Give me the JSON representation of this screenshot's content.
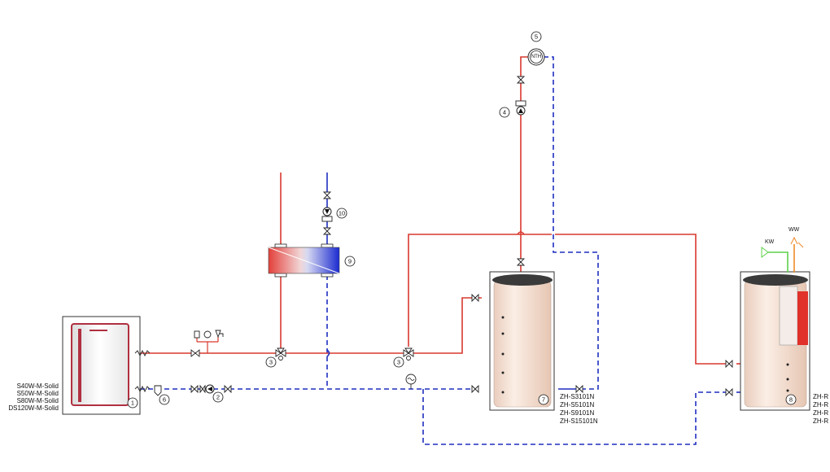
{
  "diagram": {
    "boiler_models": [
      "S40W-M-Solid",
      "S50W-M-Solid",
      "S80W-M-Solid",
      "DS120W-M-Solid"
    ],
    "storage_tank_models": [
      "ZH-S3101N",
      "ZH-S5101N",
      "ZH-S9101N",
      "ZH-S15101N"
    ],
    "dhw_tank_models": [
      "ZH-R",
      "ZH-R",
      "ZH-R",
      "ZH-R"
    ],
    "thermostat_label": "NTH",
    "cold_water_label": "KW",
    "warm_water_label": "WW",
    "component_numbers": {
      "boiler": "1",
      "pump_boiler": "2",
      "mixing_valve_left": "3",
      "mixing_valve_right": "3",
      "pump_riser": "4",
      "thermostat": "5",
      "filter": "6",
      "storage_tank": "7",
      "dhw_tank": "8",
      "heat_exchanger": "9",
      "pump_exchanger": "10"
    },
    "colors": {
      "supply_line": "#d9382f",
      "return_line": "#1f2fbf",
      "cold_water": "#5fd04a",
      "warm_water": "#f08a2b",
      "tank_body": "#f7e3d6",
      "tank_cap": "#3a3a3a"
    }
  }
}
